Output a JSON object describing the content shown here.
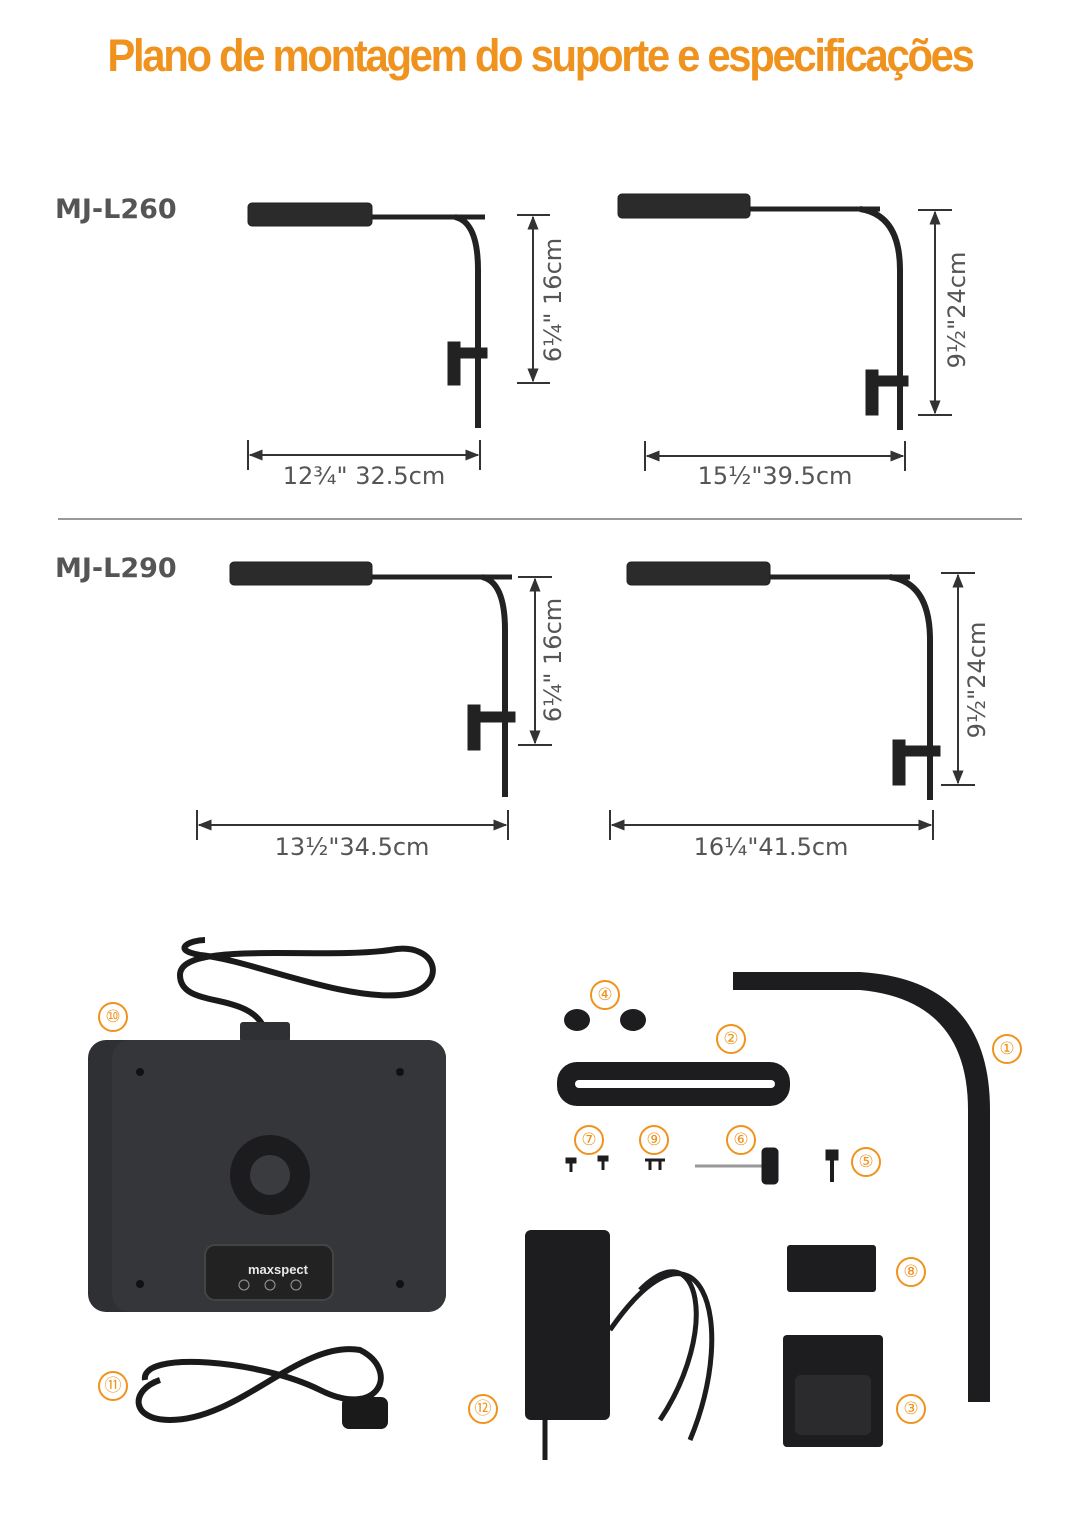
{
  "title": "Plano de montagem do suporte e especificações",
  "models": [
    {
      "name": "MJ-L260",
      "short": {
        "width": "12¾\" 32.5cm",
        "height": "6¼\" 16cm"
      },
      "long": {
        "width": "15½\"39.5cm",
        "height": "9½\"24cm"
      }
    },
    {
      "name": "MJ-L290",
      "short": {
        "width": "13½\"34.5cm",
        "height": "6¼\" 16cm"
      },
      "long": {
        "width": "16¼\"41.5cm",
        "height": "9½\"24cm"
      }
    }
  ],
  "parts": {
    "labels": [
      "①",
      "②",
      "③",
      "④",
      "⑤",
      "⑥",
      "⑦",
      "⑧",
      "⑨",
      "⑩",
      "⑪",
      "⑫"
    ],
    "controller_logo": "maxspect"
  },
  "colors": {
    "accent": "#f0931e",
    "text": "#555555",
    "product": "#2f3033"
  }
}
